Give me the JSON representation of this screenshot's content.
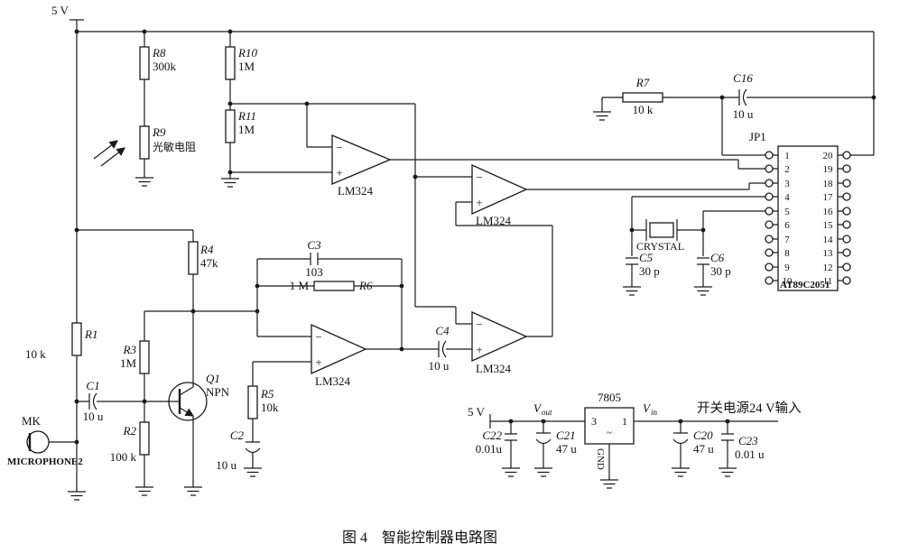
{
  "caption": "图 4　智能控制器电路图",
  "power": {
    "v5": "5 V",
    "psu_input": "开关电源24 V输入"
  },
  "ic": {
    "opamp_label": "LM324",
    "opamp_minus": "−",
    "opamp_plus": "+",
    "crystal_label": "CRYSTAL",
    "jp1_label": "JP1",
    "mcu_label": "AT89C2051",
    "jp1_left_pins": [
      "1",
      "2",
      "3",
      "4",
      "5",
      "6",
      "7",
      "8",
      "9",
      "10"
    ],
    "jp1_right_pins": [
      "20",
      "19",
      "18",
      "17",
      "16",
      "15",
      "14",
      "13",
      "12",
      "11"
    ]
  },
  "regulator": {
    "name": "7805",
    "pin_out_num": "3",
    "pin_in_num": "1",
    "center_mark": "~",
    "gnd": "GND",
    "v_sym": "V",
    "out_sub": "out",
    "in_sub": "in"
  },
  "transistor": {
    "ref": "Q1",
    "type": "NPN"
  },
  "mic": {
    "ref": "MK",
    "label": "MICROPHONE2"
  },
  "resistors": {
    "r1": {
      "ref": "R1",
      "val": "10 k"
    },
    "r2": {
      "ref": "R2",
      "val": "100 k"
    },
    "r3": {
      "ref": "R3",
      "val": "1M"
    },
    "r4": {
      "ref": "R4",
      "val": "47k"
    },
    "r5": {
      "ref": "R5",
      "val": "10k"
    },
    "r6": {
      "ref": "R6",
      "val": "1 M"
    },
    "r7": {
      "ref": "R7",
      "val": "10 k"
    },
    "r8": {
      "ref": "R8",
      "val": "300k"
    },
    "r9": {
      "ref": "R9",
      "val": "光敏电阻"
    },
    "r10": {
      "ref": "R10",
      "val": "1M"
    },
    "r11": {
      "ref": "R11",
      "val": "1M"
    }
  },
  "capacitors": {
    "c1": {
      "ref": "C1",
      "val": "10 u"
    },
    "c2": {
      "ref": "C2",
      "val": "10 u"
    },
    "c3": {
      "ref": "C3",
      "val": "103"
    },
    "c4": {
      "ref": "C4",
      "val": "10 u"
    },
    "c5": {
      "ref": "C5",
      "val": "30 p"
    },
    "c6": {
      "ref": "C6",
      "val": "30 p"
    },
    "c16": {
      "ref": "C16",
      "val": "10 u"
    },
    "c20": {
      "ref": "C20",
      "val": "47 u"
    },
    "c21": {
      "ref": "C21",
      "val": "47 u"
    },
    "c22": {
      "ref": "C22",
      "val": "0.01u"
    },
    "c23": {
      "ref": "C23",
      "val": "0.01 u"
    }
  }
}
